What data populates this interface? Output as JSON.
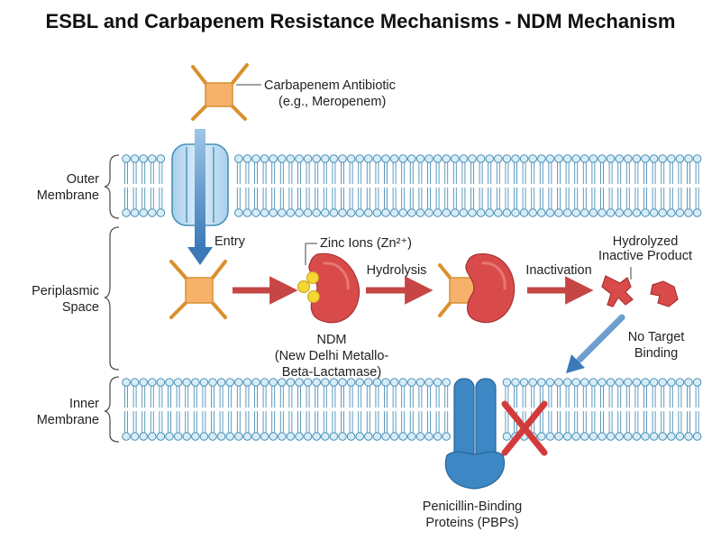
{
  "title": "ESBL and Carbapenem Resistance Mechanisms - NDM Mechanism",
  "regions": {
    "outer_membrane": [
      "Outer",
      "Membrane"
    ],
    "periplasmic_space": [
      "Periplasmic",
      "Space"
    ],
    "inner_membrane": [
      "Inner",
      "Membrane"
    ]
  },
  "labels": {
    "antibiotic": [
      "Carbapenem Antibiotic",
      "(e.g., Meropenem)"
    ],
    "entry": "Entry",
    "zinc": "Zinc Ions (Zn²⁺)",
    "hydrolysis": "Hydrolysis",
    "inactivation": "Inactivation",
    "hydrolyzed_product": [
      "Hydrolyzed",
      "Inactive Product"
    ],
    "ndm": [
      "NDM",
      "(New Delhi Metallo-",
      "Beta-Lactamase)"
    ],
    "no_target": [
      "No Target",
      "Binding"
    ],
    "pbp": [
      "Penicillin-Binding",
      "Proteins (PBPs)"
    ]
  },
  "colors": {
    "drug_fill": "#f6b26b",
    "drug_stroke": "#d9902f",
    "lipid_head_fill": "#d8ecf6",
    "lipid_stroke": "#4a90b8",
    "porin": "#bfdcf1",
    "enzyme": "#d94b4b",
    "zinc": "#f5d633",
    "red_arrow": "#c64545",
    "blue_arrow": "#3b79b8",
    "pbp": "#3c87c4",
    "x_mark": "#d23b3b"
  }
}
